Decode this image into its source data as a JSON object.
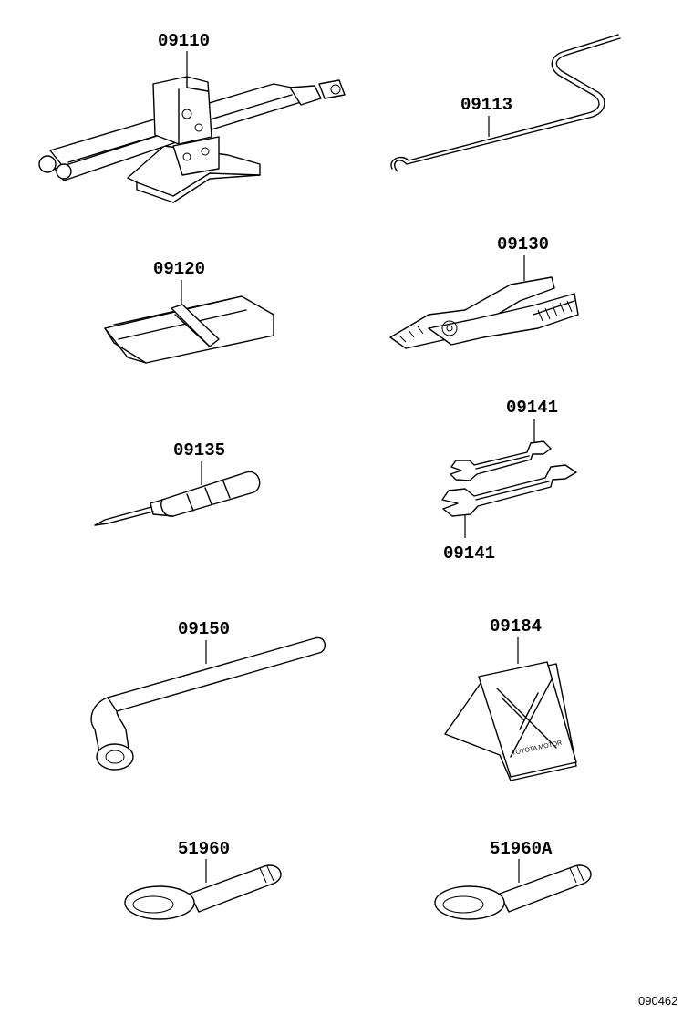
{
  "parts": {
    "jack": "09110",
    "jack_handle": "09113",
    "tool_bag": "09120",
    "pliers": "09130",
    "screwdriver": "09135",
    "wrench_a": "09141",
    "wrench_b": "09141",
    "lug_wrench": "09150",
    "wheel_chock": "09184",
    "towing_eye": "51960",
    "towing_eye_alt": "51960A"
  },
  "chock_marking": {
    "line1": "TOYOTA MOTOR"
  },
  "figure_code": "090462"
}
